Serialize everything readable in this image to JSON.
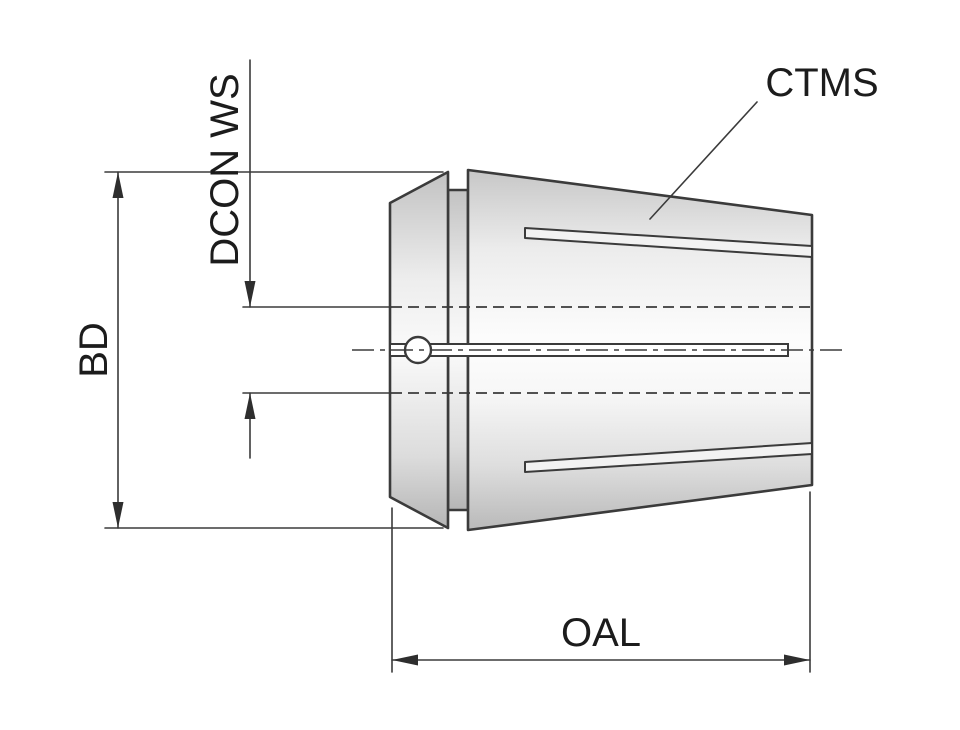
{
  "diagram": {
    "type": "technical-drawing",
    "subject": "collet side view with dimension annotations"
  },
  "labels": {
    "bd": "BD",
    "dcon_ws": "DCON WS",
    "ctms": "CTMS",
    "oal": "OAL"
  },
  "colors": {
    "background": "#ffffff",
    "line": "#3b3b3b",
    "text": "#1c1c1c",
    "body_light": "#fdfdfd",
    "body_dark": "#bfbfbf"
  }
}
